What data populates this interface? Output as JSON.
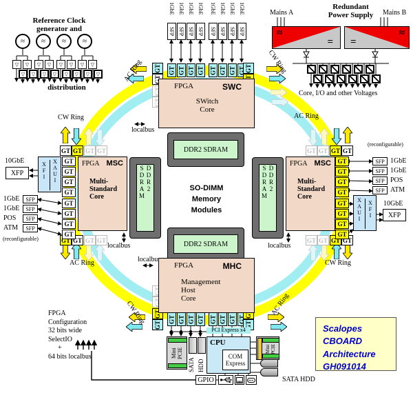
{
  "clock": {
    "title_line1": "Reference Clock",
    "title_line2": "generator and",
    "distribution": "distribution",
    "osc_symbol": "≈",
    "buffer_symbol": "▽"
  },
  "top_io": {
    "port_label": "1GbE",
    "module_label": "SFP"
  },
  "power": {
    "title_line1": "Redundant",
    "title_line2": "Power Supply",
    "mains_a": "Mains A",
    "mains_b": "Mains B",
    "ac_symbol": "≈",
    "dc_symbol": "=",
    "output_label": "Core, I/O and other Voltages"
  },
  "ring": {
    "cw": "CW Ring",
    "ac": "AC Ring",
    "gt": "GT"
  },
  "fpga_swc": {
    "fpga": "FPGA",
    "acronym": "SWC",
    "core_line1": "SWitch",
    "core_line2": "Core"
  },
  "fpga_mhc": {
    "fpga": "FPGA",
    "acronym": "MHC",
    "core_line1": "Management",
    "core_line2": "Host",
    "core_line3": "Core"
  },
  "fpga_msc": {
    "fpga": "FPGA",
    "acronym": "MSC",
    "core_line1": "Multi-",
    "core_line2": "Standard",
    "core_line3": "Core"
  },
  "memory": {
    "dimm_label": "DDR2 SDRAM",
    "center_line1": "SO-DIMM",
    "center_line2": "Memory",
    "center_line3": "Modules"
  },
  "localbus": "localbus",
  "left_io": {
    "speed": "10GbE",
    "xfp": "XFP",
    "serdes_a": "XFI",
    "serdes_b": "XAUI",
    "sfp": "SFP",
    "ports": [
      "1GbE",
      "1GbE",
      "POS",
      "ATM"
    ],
    "reconfigurable": "(reconfigurable)"
  },
  "right_io": {
    "speed": "10GbE",
    "xfp": "XFP",
    "serdes_a": "XAUI",
    "serdes_b": "XFI",
    "sfp": "SFP",
    "ports": [
      "1GbE",
      "1GbE",
      "POS",
      "ATM"
    ],
    "reconfigurable": "(reconfigurable)"
  },
  "bottom": {
    "pcie": "PCI Express x4",
    "cpu": "CPU",
    "com_line1": "COM",
    "com_line2": "Express",
    "mini_pcie_line1": "Mini",
    "mini_pcie_line2": "PCIE",
    "sata": "SATA",
    "hdd": "HDD",
    "sata_hdd": "SATA HDD",
    "gpio": "GPIO"
  },
  "config": {
    "line1": "FPGA",
    "line2": "Configuration",
    "line3": "32 bits wide",
    "line4": "SelectIO",
    "line5": "+",
    "line6": "64 bits localbus"
  },
  "title_box": {
    "line1": "Scalopes",
    "line2": "CBOARD",
    "line3": "Architecture",
    "line4": "GH091014"
  },
  "colors": {
    "ringy": "#FFFF00",
    "ringc": "#A0EEF2",
    "tan": "#F2D8C6",
    "green": "#CCF5CC",
    "cyan": "#AEEFF2",
    "blue": "#C9E6F8",
    "cpublue": "#C9E9F7",
    "red": "#EE0000",
    "titlebg": "#FFFFC8",
    "titlefg": "#0000CC"
  }
}
